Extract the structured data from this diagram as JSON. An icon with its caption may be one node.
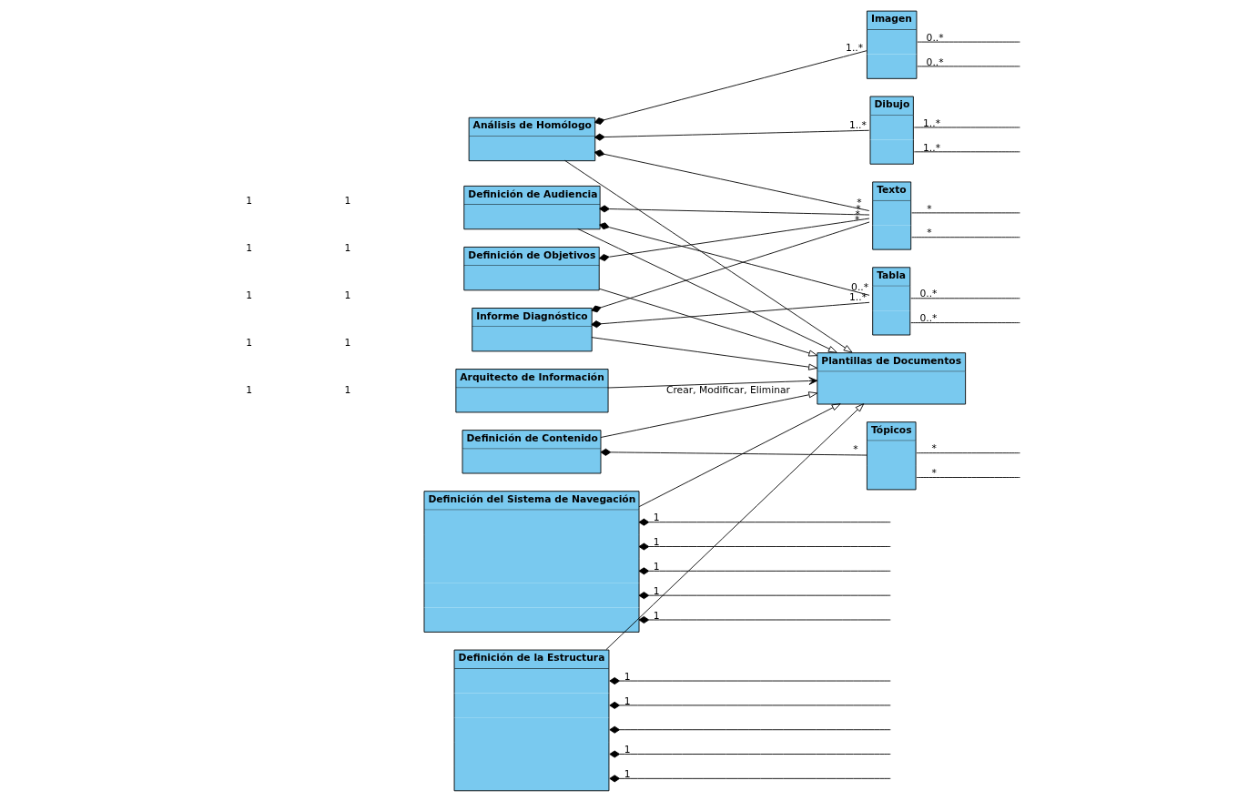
{
  "diagram": {
    "nodes": [
      {
        "text": [
          "Análisis de Homólogo"
        ]
      },
      {
        "text": [
          "Dibujo"
        ]
      },
      {
        "text": [
          "Imagen"
        ]
      },
      {
        "text": [
          "Informe Diagnóstico"
        ]
      },
      {
        "text": [
          "Tabla"
        ]
      },
      {
        "text": [
          "Definición de Audiencia"
        ]
      },
      {
        "text": [
          "Arquitecto de Información"
        ]
      },
      {
        "text": [
          "Plantillas de Documentos"
        ]
      },
      {
        "text": [
          "Definición de Objetivos"
        ]
      },
      {
        "text": [
          "Texto"
        ]
      },
      {
        "text": [
          "Definición de Contenido"
        ]
      },
      {
        "text": [
          "Tópicos"
        ]
      },
      {
        "text": [
          "Definición del Sistema de Navegación"
        ]
      },
      {
        "text": [
          "Definición de la Estructura"
        ]
      }
    ],
    "edges": [
      {
        "from": 0,
        "to": 1,
        "arrow": "other",
        "label": "1..*"
      },
      {
        "from": 0,
        "to": 2,
        "arrow": "other",
        "label": "1..*"
      },
      {
        "from": 0,
        "to": 9,
        "arrow": "other",
        "label": "*"
      },
      {
        "from": 3,
        "to": 4,
        "arrow": "other",
        "label": "1..*"
      },
      {
        "from": 3,
        "to": 9,
        "arrow": "other",
        "label": "*"
      },
      {
        "from": 5,
        "to": 9,
        "arrow": "other",
        "label": "*"
      },
      {
        "from": 5,
        "to": 4,
        "arrow": "other",
        "label": "0..*"
      },
      {
        "from": 8,
        "to": 9,
        "arrow": "other",
        "label": "*"
      },
      {
        "from": 10,
        "to": 11,
        "arrow": "other",
        "label": "*"
      },
      {
        "from": 6,
        "to": 7,
        "arrow": "to",
        "label": "Crear, Modificar, Eliminar"
      },
      {
        "from": 0,
        "to": 7,
        "arrow": "to"
      },
      {
        "from": 3,
        "to": 7,
        "arrow": "to"
      },
      {
        "from": 5,
        "to": 7,
        "arrow": "to"
      },
      {
        "from": 8,
        "to": 7,
        "arrow": "to"
      },
      {
        "from": 10,
        "to": 7,
        "arrow": "to"
      },
      {
        "from": 12,
        "to": 7,
        "arrow": "to"
      },
      {
        "from": 13,
        "to": 7,
        "arrow": "to"
      },
      {
        "from": 1,
        "to": null,
        "arrow": "none",
        "label": "1..*"
      },
      {
        "from": 1,
        "to": null,
        "arrow": "none",
        "label": "1..*"
      },
      {
        "from": 2,
        "to": null,
        "arrow": "none",
        "label": "0..*"
      },
      {
        "from": 2,
        "to": null,
        "arrow": "none",
        "label": "0..*"
      },
      {
        "from": 4,
        "to": null,
        "arrow": "none",
        "label": "0..*"
      },
      {
        "from": 4,
        "to": null,
        "arrow": "none",
        "label": "0..*"
      },
      {
        "from": 9,
        "to": null,
        "arrow": "none",
        "label": "*"
      },
      {
        "from": 9,
        "to": null,
        "arrow": "none",
        "label": "*"
      },
      {
        "from": 11,
        "to": null,
        "arrow": "none",
        "label": "*"
      },
      {
        "from": 11,
        "to": null,
        "arrow": "none",
        "label": "*"
      },
      {
        "from": 12,
        "to": null,
        "arrow": "other",
        "label": "1"
      },
      {
        "from": 12,
        "to": null,
        "arrow": "other",
        "label": "1"
      },
      {
        "from": 12,
        "to": null,
        "arrow": "other",
        "label": "1"
      },
      {
        "from": 12,
        "to": null,
        "arrow": "other",
        "label": "1"
      },
      {
        "from": 12,
        "to": null,
        "arrow": "other",
        "label": "1"
      },
      {
        "from": 13,
        "to": null,
        "arrow": "other",
        "label": "1"
      },
      {
        "from": 13,
        "to": null,
        "arrow": "other",
        "label": "1"
      },
      {
        "from": 13,
        "to": null,
        "arrow": "other"
      },
      {
        "from": 13,
        "to": null,
        "arrow": "other",
        "label": "1"
      },
      {
        "from": 13,
        "to": null,
        "arrow": "other",
        "label": "1"
      }
    ],
    "labels": [
      "1",
      "1",
      "1",
      "1",
      "1",
      "1",
      "1",
      "1",
      "1",
      "1"
    ]
  }
}
